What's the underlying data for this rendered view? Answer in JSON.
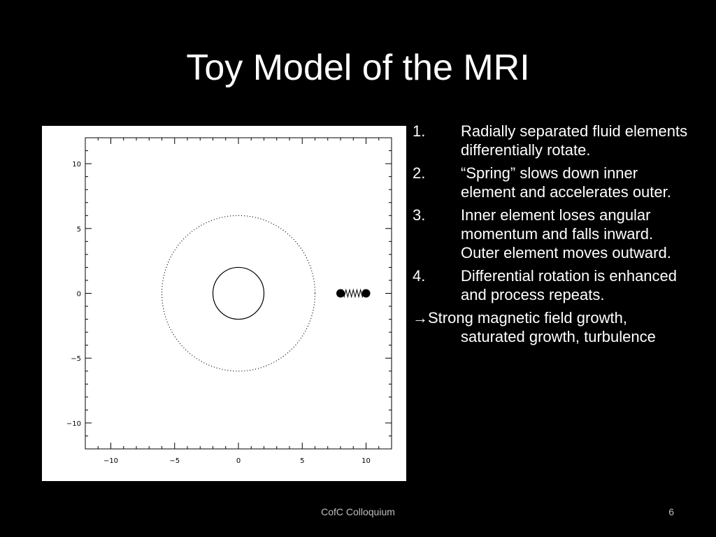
{
  "slide": {
    "title": "Toy Model of the MRI",
    "footer": "CofC Colloquium",
    "page_number": "6"
  },
  "list": {
    "items": [
      {
        "num": "1.",
        "text": "Radially separated fluid elements differentially rotate."
      },
      {
        "num": "2.",
        "text": "“Spring” slows down inner element and accelerates outer."
      },
      {
        "num": "3.",
        "text": "Inner element loses angular momentum and falls inward. Outer element moves outward."
      },
      {
        "num": "4.",
        "text": "Differential rotation is enhanced and process repeats."
      }
    ],
    "conclusion_arrow": "→",
    "conclusion": "Strong magnetic field growth, saturated growth, turbulence"
  },
  "chart_data": {
    "type": "scatter",
    "xlim": [
      -12,
      12
    ],
    "ylim": [
      -12,
      12
    ],
    "x_ticks": [
      -10,
      -5,
      0,
      5,
      10
    ],
    "y_ticks": [
      -10,
      -5,
      0,
      5,
      10
    ],
    "x_tick_labels": [
      "−10",
      "−5",
      "0",
      "5",
      "10"
    ],
    "y_tick_labels": [
      "−10",
      "−5",
      "0",
      "5",
      "10"
    ],
    "inner_orbit_radius": 2,
    "outer_orbit_radius": 6,
    "masses": [
      {
        "x": 8,
        "y": 0
      },
      {
        "x": 10,
        "y": 0
      }
    ],
    "colors": {
      "line": "#000000",
      "background": "#ffffff"
    }
  }
}
